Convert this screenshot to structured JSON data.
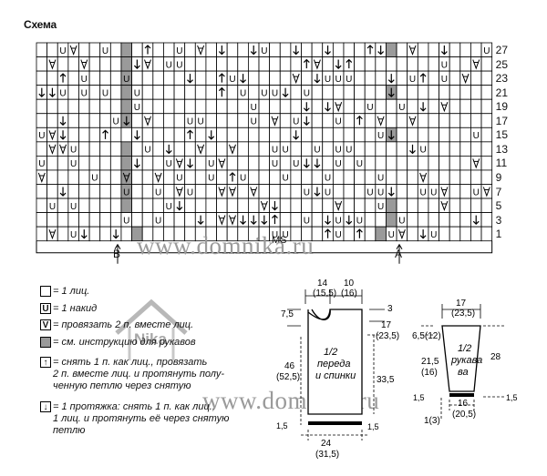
{
  "title": "Схема",
  "chart": {
    "row_numbers": [
      "27",
      "25",
      "23",
      "21",
      "19",
      "17",
      "15",
      "13",
      "11",
      "9",
      "7",
      "5",
      "3",
      "1"
    ],
    "repeat_label": "MS",
    "marker_b": "B",
    "marker_a": "A"
  },
  "watermark": "www.domnika.ru",
  "watermark_logo": "Nika",
  "legend": [
    {
      "symbol": "empty-square-icon",
      "text": "= 1 лиц."
    },
    {
      "symbol": "yarn-over-icon",
      "text": "= 1 накид"
    },
    {
      "symbol": "knit-two-together-icon",
      "text": "= провязать 2 п. вместе лиц."
    },
    {
      "symbol": "shaded-square-icon",
      "text": "= см. инструкцию для рукавов"
    },
    {
      "symbol": "arrow-up-icon",
      "text": "= снять 1 п. как лиц., провязать"
    },
    {
      "symbol": "",
      "text": "2 п. вместе лиц. и протянуть полу-"
    },
    {
      "symbol": "",
      "text": "ченную петлю через снятую"
    },
    {
      "symbol": "arrow-down-icon",
      "text": "= 1 протяжка: снять 1 п. как лиц.,"
    },
    {
      "symbol": "",
      "text": "1 лиц. и протянуть её через снятую"
    },
    {
      "symbol": "",
      "text": "петлю"
    }
  ],
  "body_schematic": {
    "top_left": "14",
    "top_left_alt": "(15,5)",
    "top_right": "10",
    "top_right_alt": "(16)",
    "neck_depth": "3",
    "shoulder_drop": "7,5",
    "armhole": "17",
    "armhole_alt": "(23,5)",
    "side_height": "33,5",
    "total_height": "46",
    "total_height_alt": "(52,5)",
    "label_line1": "1/2",
    "label_line2": "переда",
    "label_line3": "и спинки",
    "rib_left": "1,5",
    "rib_right": "1,5",
    "bottom_width": "24",
    "bottom_width_alt": "(31,5)"
  },
  "sleeve_schematic": {
    "top_width": "17",
    "top_width_alt": "(23,5)",
    "cap": "6,5(12)",
    "height": "28",
    "side": "21,5",
    "side_alt": "(16)",
    "label_line1": "1/2",
    "label_line2": "рукава",
    "label_line3": "ва",
    "rib_left": "1,5",
    "rib_right": "1,5",
    "bottom_width": "16",
    "bottom_width_alt": "(20,5)",
    "bottom_offset": "1(3)"
  }
}
